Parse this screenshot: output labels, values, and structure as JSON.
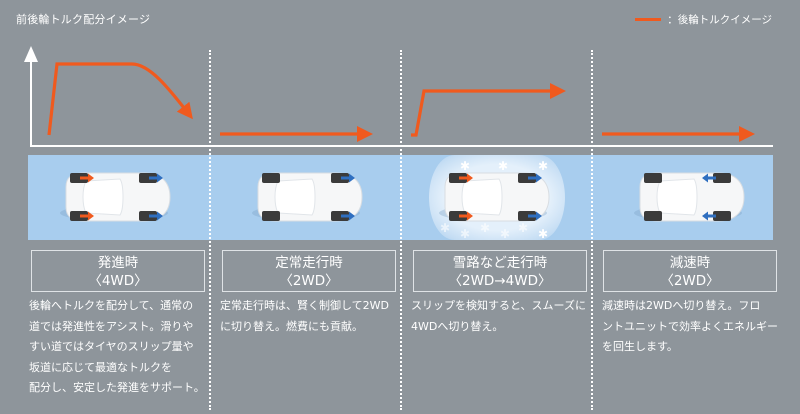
{
  "header": {
    "title": "前後輪トルク配分イメージ",
    "legend_label": "：後輪トルクイメージ",
    "legend_color": "#f05a1e"
  },
  "colors": {
    "background": "#8e959b",
    "road": "#a8cdee",
    "rear_torque_arrow": "#f05a1e",
    "front_wheel_arrow": "#2f6fc0",
    "axis": "#ffffff"
  },
  "chart_data": {
    "type": "line",
    "title": "前後輪トルク配分イメージ",
    "xlabel": "",
    "ylabel": "",
    "legend": [
      "：後輪トルクイメージ"
    ],
    "series": [
      {
        "name": "発進時（4WD）",
        "shape": "rise sharply to high, hold, then curve down to low",
        "relative_levels": [
          0.0,
          1.0,
          1.0,
          0.2
        ]
      },
      {
        "name": "定常走行時（2WD）",
        "shape": "flat low",
        "relative_levels": [
          0.1,
          0.1
        ]
      },
      {
        "name": "雪路など走行時（2WD→4WD）",
        "shape": "low then jump to high and hold",
        "relative_levels": [
          0.1,
          0.7,
          0.7
        ]
      },
      {
        "name": "減速時（2WD）",
        "shape": "flat low",
        "relative_levels": [
          0.2,
          0.2
        ]
      }
    ]
  },
  "sections": [
    {
      "title": "発進時",
      "mode": "〈4WD〉",
      "description_lines": [
        "後輪へトルクを配分して、通常の",
        "道では発進性をアシスト。滑りや",
        "すい道ではタイヤのスリップ量や",
        "坂道に応じて最適なトルクを",
        "配分し、安定した発進をサポート。"
      ],
      "front_arrows": "forward-blue",
      "rear_arrows": "forward-orange"
    },
    {
      "title": "定常走行時",
      "mode": "〈2WD〉",
      "description_lines": [
        "定常走行時は、賢く制御して2WD",
        "に切り替え。燃費にも貢献。"
      ],
      "front_arrows": "forward-blue",
      "rear_arrows": "none"
    },
    {
      "title": "雪路など走行時",
      "mode": "〈2WD→4WD〉",
      "description_lines": [
        "スリップを検知すると、スムーズに",
        "4WDへ切り替え。"
      ],
      "front_arrows": "forward-blue",
      "rear_arrows": "forward-orange"
    },
    {
      "title": "減速時",
      "mode": "〈2WD〉",
      "description_lines": [
        "減速時は2WDへ切り替え。フロ",
        "ントユニットで効率よくエネルギー",
        "を回生します。"
      ],
      "front_arrows": "backward-blue",
      "rear_arrows": "none"
    }
  ]
}
